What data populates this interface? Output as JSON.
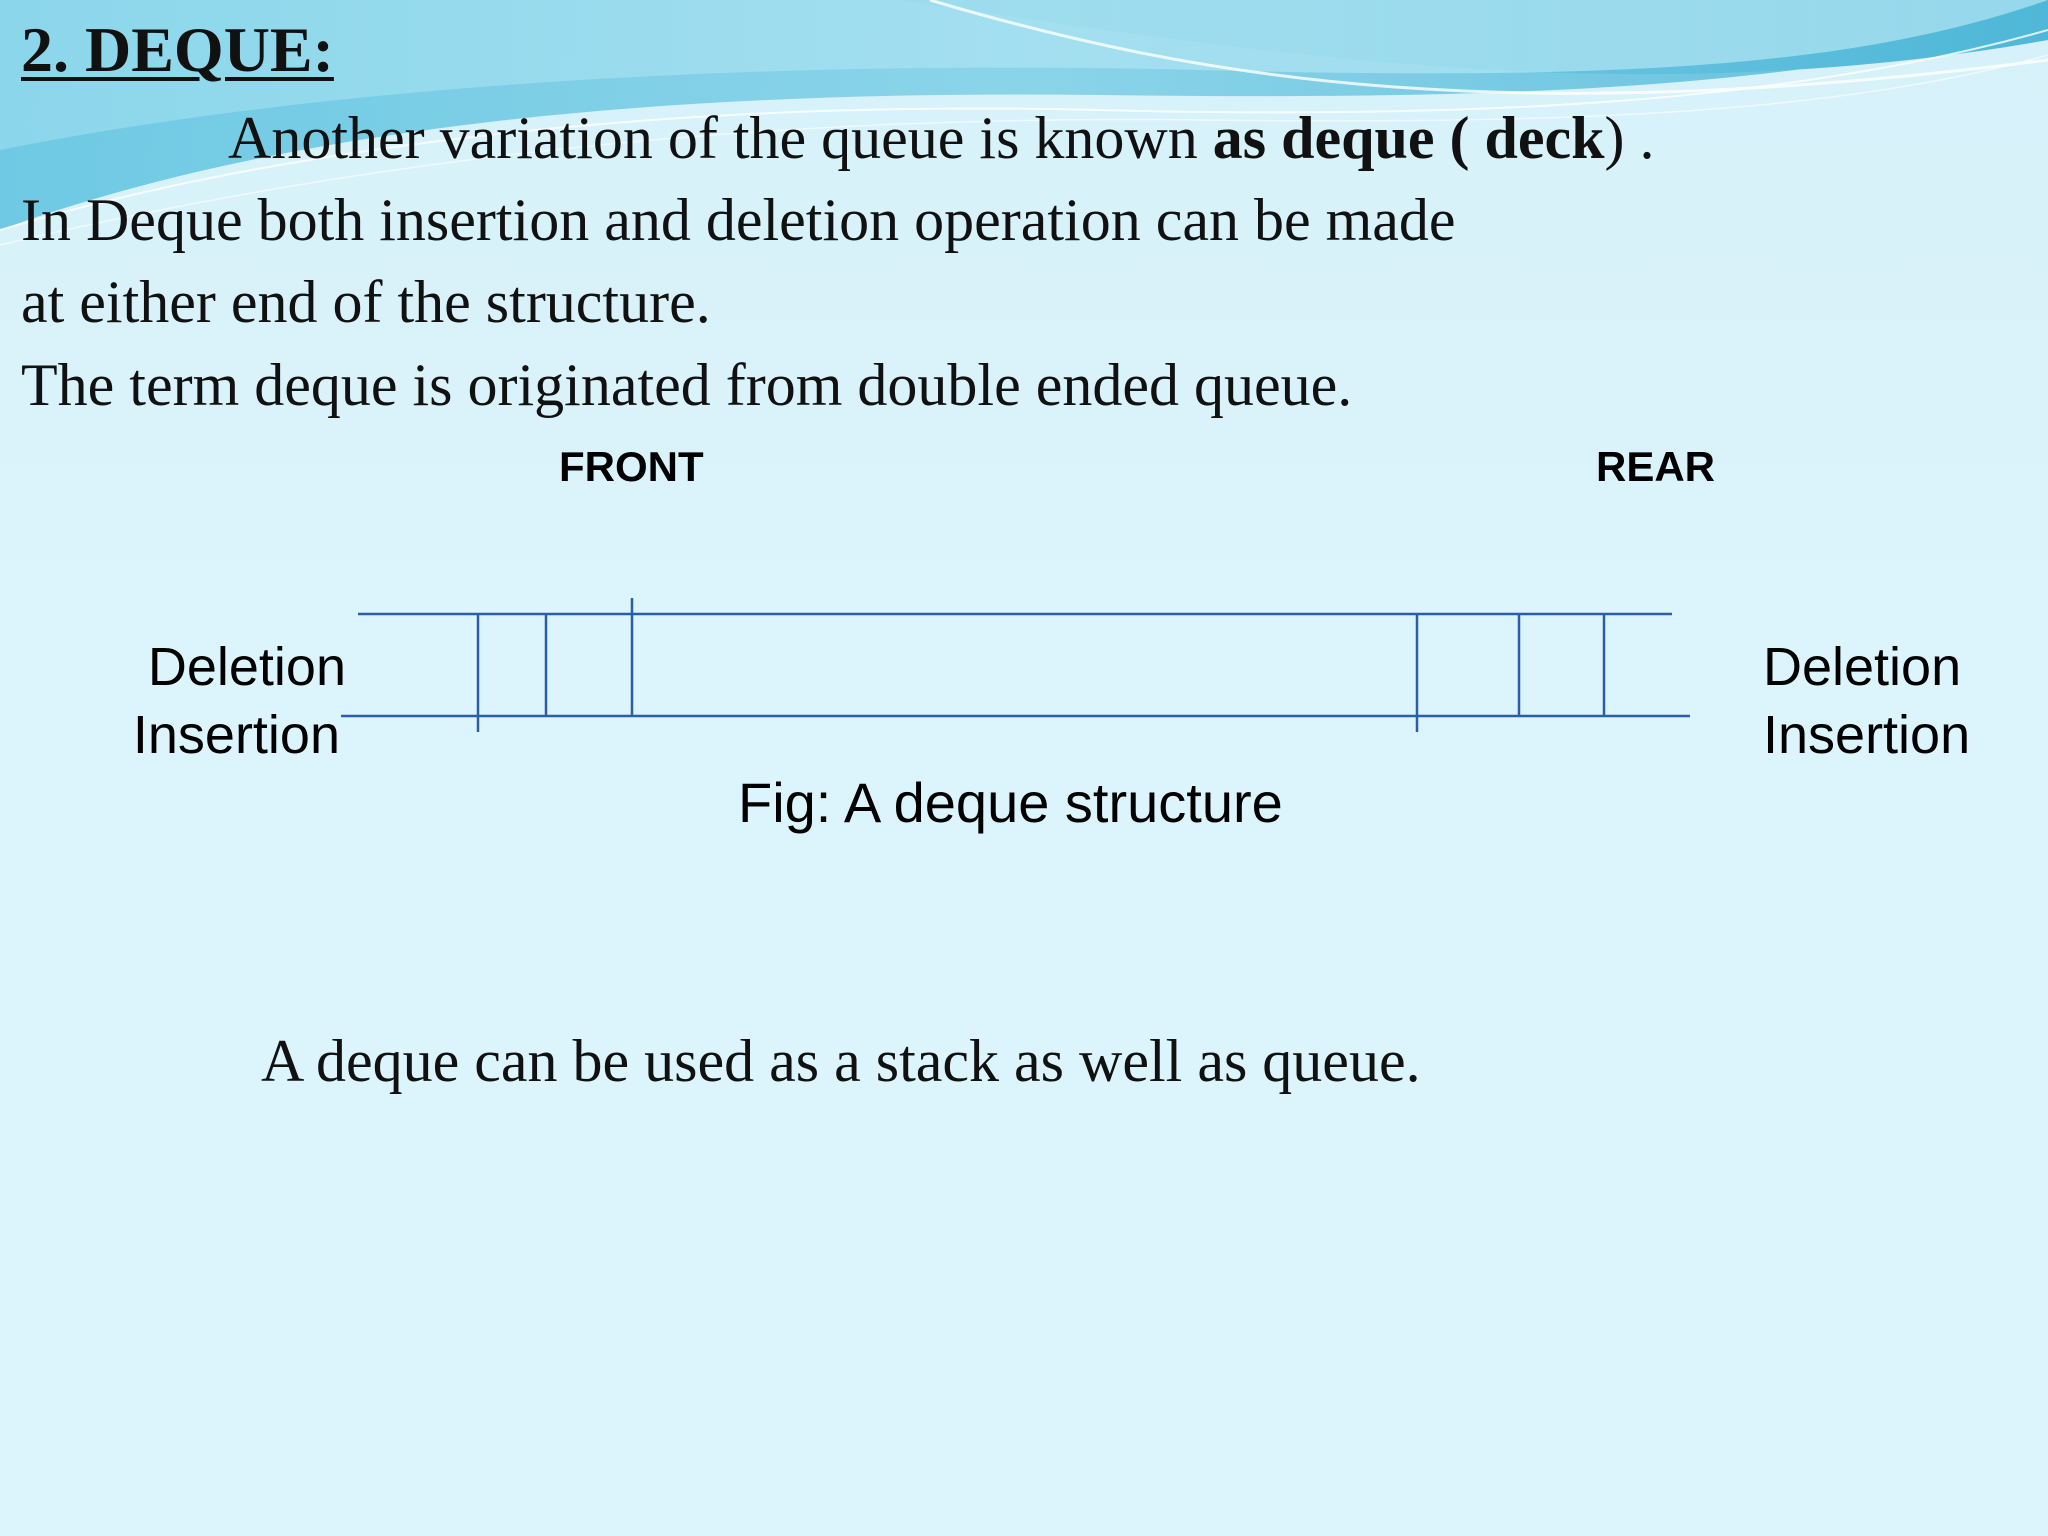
{
  "slide": {
    "title": "2. DEQUE:",
    "intro": {
      "prefix": "Another variation of the queue is known ",
      "emphasis": "as deque ( deck",
      "suffix": ") ."
    },
    "lines": [
      "In Deque both insertion and deletion operation can be made",
      "at either end of the structure.",
      "The term deque is originated from double ended queue."
    ],
    "summary": "A deque can be used as a stack as well as queue.",
    "colors": {
      "background": "#dcf4fb",
      "swoosh_dark": "#4fb7d8",
      "swoosh_light": "#9fdff0",
      "diagram_line": "#2a5ea8"
    }
  },
  "diagram": {
    "front_label": "FRONT",
    "rear_label": "REAR",
    "left_ops": {
      "deletion": "Deletion",
      "insertion": "Insertion"
    },
    "right_ops": {
      "deletion": "Deletion",
      "insertion": "Insertion"
    },
    "caption": "Fig: A deque structure"
  }
}
